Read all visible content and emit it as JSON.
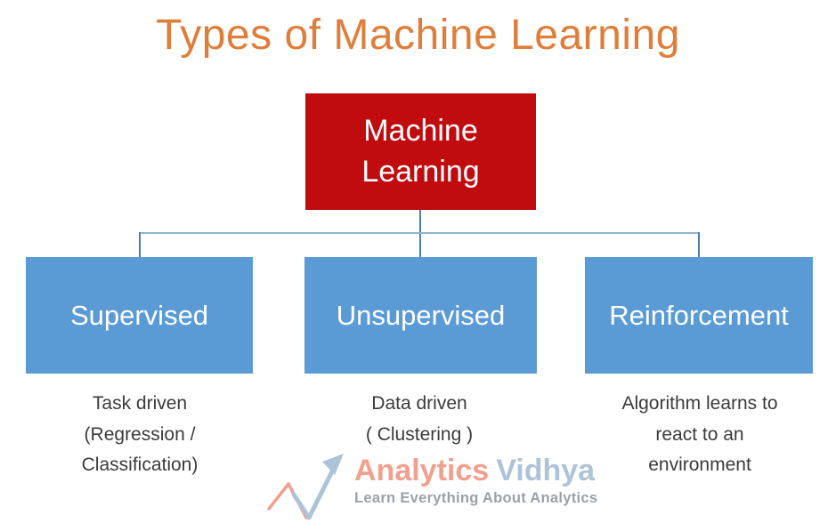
{
  "title": "Types of Machine Learning",
  "colors": {
    "title_text": "#DF7E3B",
    "root_box_fill": "#C00B0F",
    "child_box_fill": "#5B9BD5",
    "box_text": "#FFFFFF",
    "connector_vertical": "#4E7E9B",
    "connector_horizontal": "#8FB3C9",
    "description_text": "#3B3B3B",
    "logo_analytics": "#F2A08E",
    "logo_vidhya": "#AEC3D8",
    "logo_tagline": "#9AA1A8"
  },
  "diagram": {
    "root": {
      "label": "Machine\nLearning"
    },
    "children": [
      {
        "label": "Supervised",
        "description": "Task driven\n(Regression /\nClassification)"
      },
      {
        "label": "Unsupervised",
        "description": "Data driven\n( Clustering )"
      },
      {
        "label": "Reinforcement",
        "description": "Algorithm learns to\nreact to an\nenvironment"
      }
    ]
  },
  "logo": {
    "name_part1": "Analytics",
    "name_part2": "Vidhya",
    "tagline": "Learn Everything About Analytics",
    "icon": "trend-arrow-icon"
  }
}
